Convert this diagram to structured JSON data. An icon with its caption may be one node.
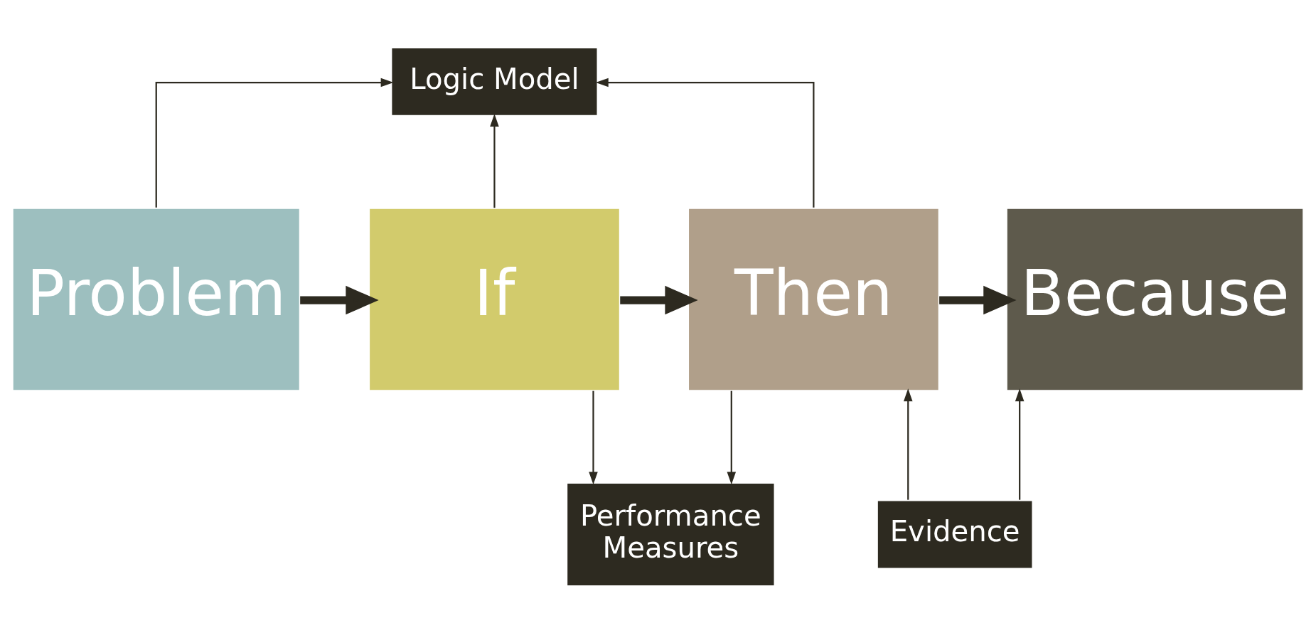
{
  "diagram": {
    "nodes": [
      {
        "text": [
          "Problem"
        ]
      },
      {
        "text": [
          "If"
        ]
      },
      {
        "text": [
          "Then"
        ]
      },
      {
        "text": [
          "Because"
        ]
      },
      {
        "text": [
          "Logic Model"
        ]
      },
      {
        "text": [
          "Performance Measures"
        ]
      },
      {
        "text": [
          "Evidence"
        ]
      }
    ],
    "edges": [
      {
        "from": 0,
        "to": 1,
        "arrow": "to",
        "style": "thick"
      },
      {
        "from": 1,
        "to": 2,
        "arrow": "to",
        "style": "thick"
      },
      {
        "from": 2,
        "to": 3,
        "arrow": "to",
        "style": "thick"
      },
      {
        "from": 0,
        "to": 4,
        "arrow": "to"
      },
      {
        "from": 1,
        "to": 4,
        "arrow": "to"
      },
      {
        "from": 2,
        "to": 4,
        "arrow": "to"
      },
      {
        "from": 1,
        "to": 5,
        "arrow": "to"
      },
      {
        "from": 2,
        "to": 5,
        "arrow": "to"
      },
      {
        "from": 6,
        "to": 2,
        "arrow": "to"
      },
      {
        "from": 6,
        "to": 3,
        "arrow": "to"
      }
    ]
  }
}
